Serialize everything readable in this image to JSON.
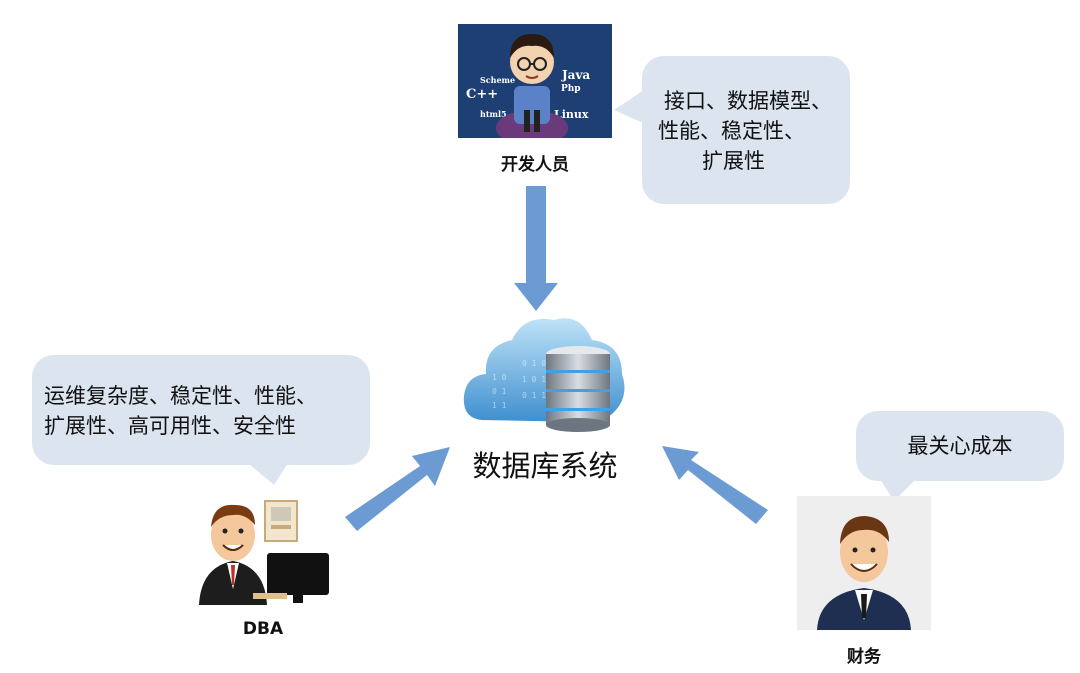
{
  "developer": {
    "caption": "开发人员",
    "concerns": [
      "接口、数据模型、",
      "性能、稳定性、",
      "扩展性"
    ],
    "photo_words": [
      "Scheme",
      "C++",
      "html5",
      "Java",
      "Php",
      "Linux"
    ]
  },
  "dba": {
    "caption": "DBA",
    "concerns": [
      "运维复杂度、稳定性、性能、",
      "扩展性、高可用性、安全性"
    ]
  },
  "finance": {
    "caption": "财务",
    "concerns": [
      "最关心成本"
    ]
  },
  "center": {
    "title": "数据库系统"
  },
  "colors": {
    "arrow": "#6b9bd2",
    "bubble": "#dce4ef"
  }
}
